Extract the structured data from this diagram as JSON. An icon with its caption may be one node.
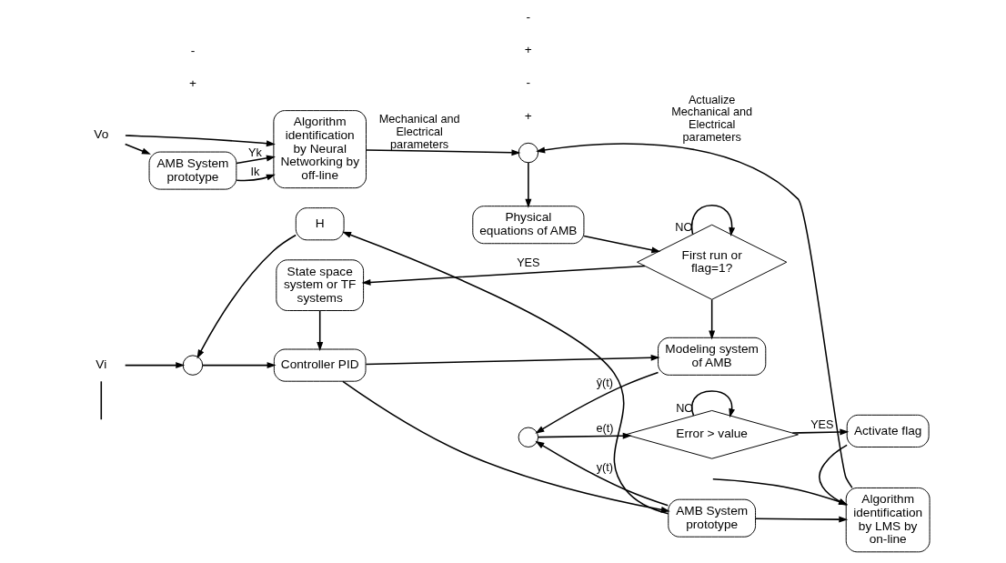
{
  "diagram": {
    "nodes": [
      {
        "text": [
          "Vo"
        ]
      },
      {
        "text": [
          "AMB System prototype"
        ]
      },
      {
        "text": [
          "Algorithm identification by Neural Networking by off-line"
        ]
      },
      {
        "text": [],
        "shape": "circle"
      },
      {
        "text": [
          "Physical equations of AMB"
        ]
      },
      {
        "text": [
          "First run or flag=1?"
        ]
      },
      {
        "text": [
          "Algorithm identification by LMS by on-line"
        ]
      },
      {
        "text": [
          "State space system or TF systems"
        ]
      },
      {
        "text": [
          "Modeling system of AMB"
        ]
      },
      {
        "text": [
          "Vi"
        ]
      },
      {
        "text": [],
        "shape": "circle"
      },
      {
        "text": [
          "Controller PID"
        ]
      },
      {
        "text": [
          "AMB System prototype"
        ]
      },
      {
        "text": [],
        "shape": "circle"
      },
      {
        "text": [
          "Error > value"
        ]
      },
      {
        "text": [
          "Activate flag"
        ]
      },
      {
        "text": [
          "H"
        ]
      }
    ],
    "edges": [
      {
        "from": 0,
        "to": 1,
        "arrow": "to"
      },
      {
        "from": 0,
        "to": 2,
        "arrow": "to"
      },
      {
        "from": 1,
        "to": 2,
        "label": "Yk",
        "arrow": "to"
      },
      {
        "from": 1,
        "to": 2,
        "label": "Ik",
        "arrow": "to"
      },
      {
        "from": 2,
        "to": 3,
        "label": "Mechanical and Electrical parameters",
        "arrow": "to"
      },
      {
        "from": 6,
        "to": 3,
        "label": "Actualize Mechanical and Electrical parameters",
        "arrow": "to"
      },
      {
        "from": 3,
        "to": 4,
        "arrow": "to"
      },
      {
        "from": 4,
        "to": 5,
        "arrow": "to"
      },
      {
        "from": 5,
        "to": 5,
        "label": "NO",
        "arrow": "to"
      },
      {
        "from": 5,
        "to": 7,
        "label": "YES",
        "arrow": "to"
      },
      {
        "from": 5,
        "to": 8,
        "arrow": "to"
      },
      {
        "from": 7,
        "to": 11,
        "arrow": "to"
      },
      {
        "from": 9,
        "to": 10,
        "arrow": "to"
      },
      {
        "from": 9,
        "to": null,
        "arrow": "none"
      },
      {
        "from": 10,
        "to": 11,
        "arrow": "to"
      },
      {
        "from": 11,
        "to": 8,
        "arrow": "to"
      },
      {
        "from": 11,
        "to": 12,
        "arrow": "to"
      },
      {
        "from": 8,
        "to": 13,
        "label": "ŷ(t)",
        "arrow": "to"
      },
      {
        "from": 12,
        "to": 13,
        "label": "y(t)",
        "arrow": "to"
      },
      {
        "from": 12,
        "to": 16,
        "arrow": "to"
      },
      {
        "from": 12,
        "to": 6,
        "arrow": "to"
      },
      {
        "from": 16,
        "to": 10,
        "arrow": "to"
      },
      {
        "from": 13,
        "to": 14,
        "label": "e(t)",
        "arrow": "to"
      },
      {
        "from": 14,
        "to": 14,
        "label": "NO",
        "arrow": "to"
      },
      {
        "from": 14,
        "to": 15,
        "label": "YES",
        "arrow": "to"
      },
      {
        "from": 15,
        "to": 6,
        "arrow": "to"
      },
      {
        "from": null,
        "to": 6,
        "arrow": "to"
      }
    ],
    "labels": [
      "+",
      "-",
      "+",
      "-",
      "+",
      "-"
    ]
  }
}
